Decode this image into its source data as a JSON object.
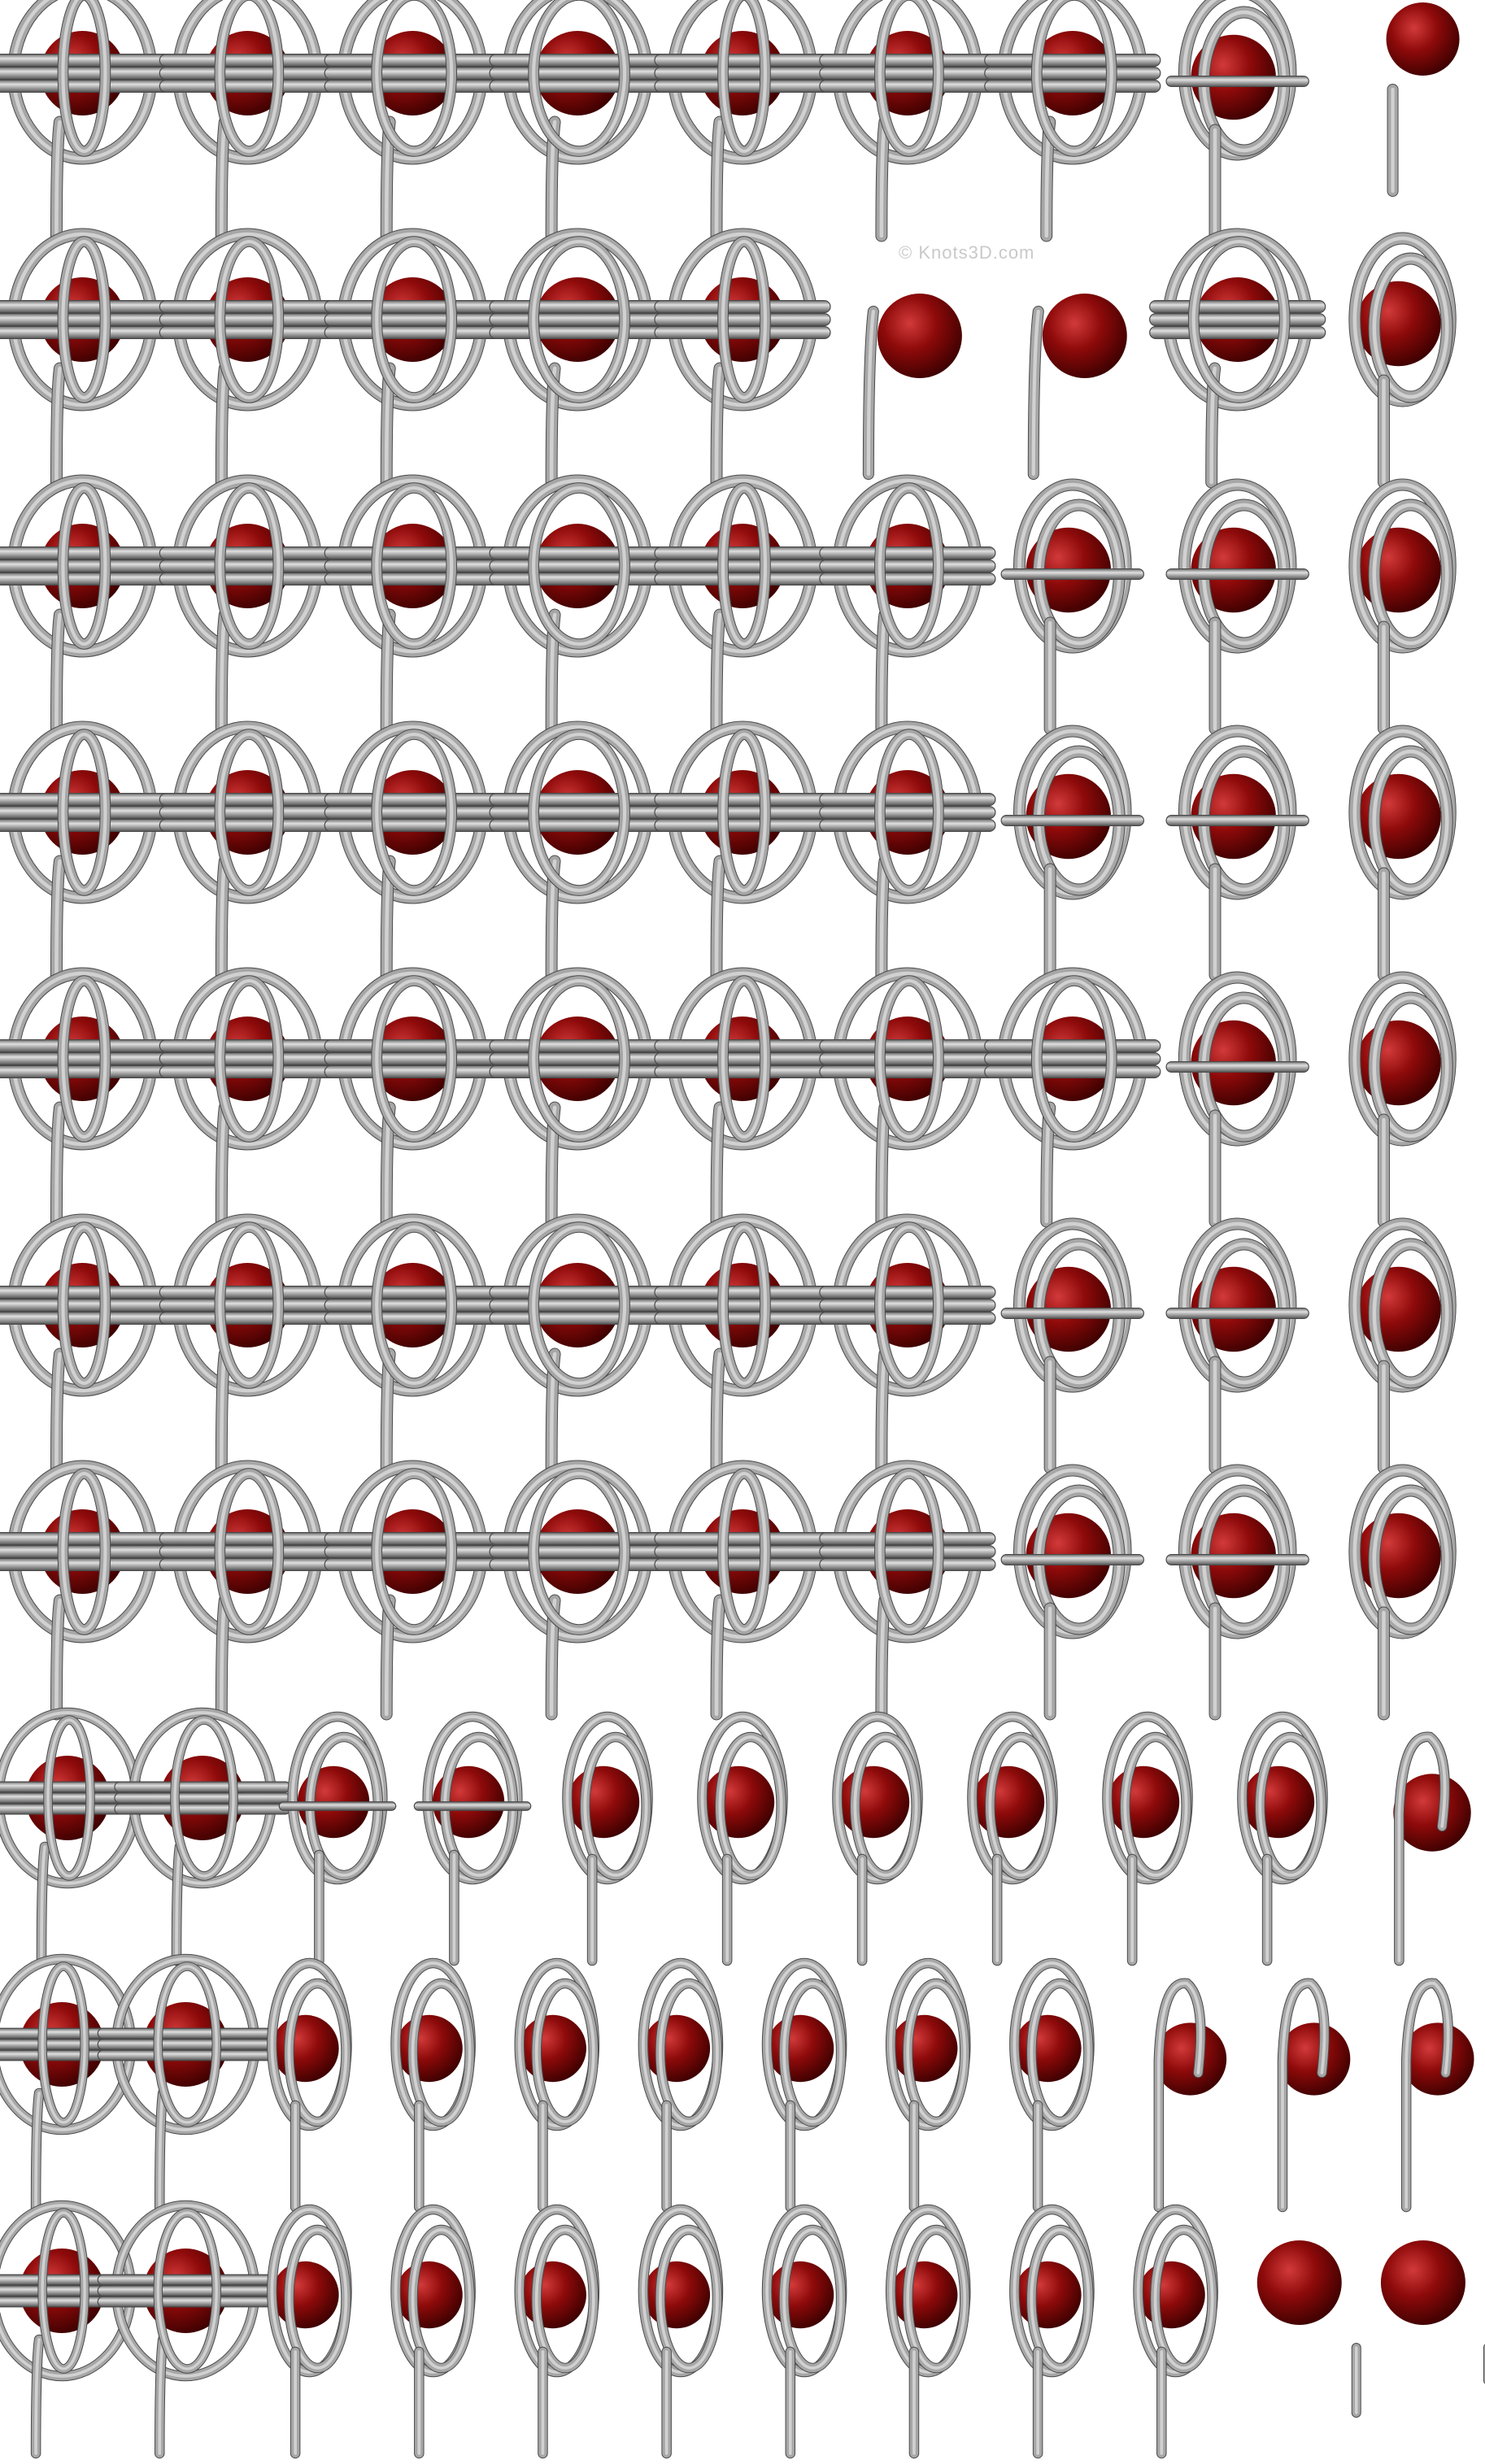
{
  "watermark": "© Knots3D.com",
  "colors": {
    "rope": "#a6a6a6",
    "rope_light": "#dcdcdc",
    "rope_dark": "#4a4a4a",
    "ball": "#8e0a0a",
    "ball_light": "#d23a3a",
    "ball_dark": "#3a0000",
    "background": "#ffffff"
  },
  "rows": [
    {
      "frames": [
        "full",
        "full",
        "full",
        "full",
        "full",
        "full",
        "full",
        "ring-bar",
        "ball-tail"
      ]
    },
    {
      "frames": [
        "full",
        "full",
        "full",
        "full",
        "full",
        "ball-strand",
        "ball-strand",
        "full",
        "ring"
      ]
    },
    {
      "frames": [
        "full",
        "full",
        "full",
        "full",
        "full",
        "full",
        "ring-bar",
        "ring-bar",
        "ring"
      ]
    },
    {
      "frames": [
        "full",
        "full",
        "full",
        "full",
        "full",
        "full",
        "ring-bar",
        "ring-bar",
        "ring"
      ]
    },
    {
      "frames": [
        "full",
        "full",
        "full",
        "full",
        "full",
        "full",
        "full",
        "ring-bar",
        "ring"
      ]
    },
    {
      "frames": [
        "full",
        "full",
        "full",
        "full",
        "full",
        "full",
        "ring-bar",
        "ring-bar",
        "ring"
      ]
    },
    {
      "frames": [
        "full",
        "full",
        "full",
        "full",
        "full",
        "full",
        "ring-bar",
        "ring-bar",
        "ring"
      ]
    },
    {
      "frames": [
        "full",
        "full",
        "ring-bar",
        "ring-bar",
        "ring",
        "ring",
        "ring",
        "ring",
        "ring",
        "ring",
        "ball-hook"
      ]
    },
    {
      "frames": [
        "full",
        "full",
        "ring",
        "ring",
        "ring",
        "ring",
        "ring",
        "ring",
        "ring",
        "hook",
        "hook",
        "hook"
      ]
    },
    {
      "frames": [
        "full",
        "full",
        "ring",
        "ring",
        "ring",
        "ring",
        "ring",
        "ring",
        "ring",
        "ring",
        "ball",
        "ball"
      ]
    }
  ]
}
